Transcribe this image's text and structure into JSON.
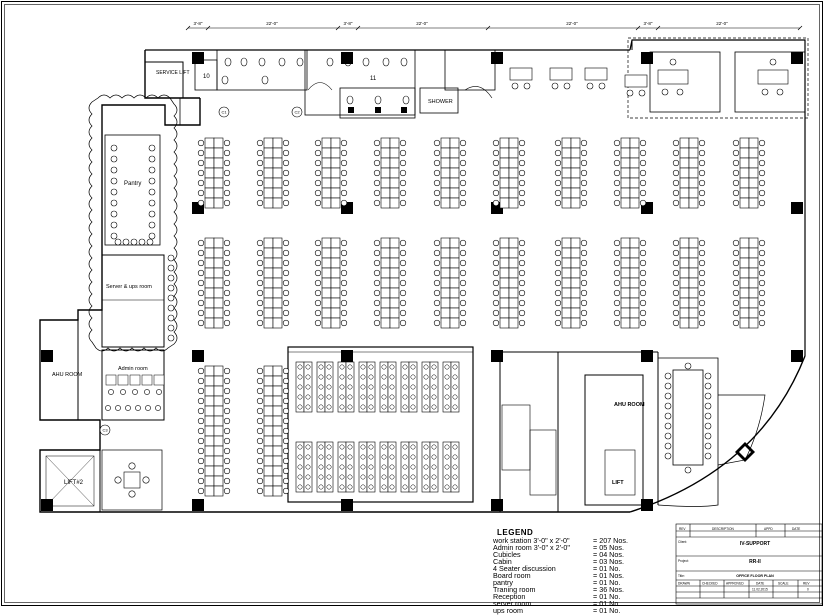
{
  "dimensions": [
    "3'-8\"",
    "22'-0\"",
    "3'-8\"",
    "22'-0\"",
    "22'-0\"",
    "3'-8\"",
    "22'-0\""
  ],
  "rooms": {
    "service_lift": "SERVICE LIFT",
    "toilet_10": "10",
    "toilet_11": "11",
    "shower": "SHOWER",
    "pantry": "Pantry",
    "server_room": "Server & ups room",
    "ahu_left": "AHU ROOM",
    "admin_room": "Admin room",
    "lift2": "LIFT#2",
    "ahu_right": "AHU ROOM",
    "lift": "LIFT"
  },
  "columns": [
    "C1",
    "C2",
    "C3"
  ],
  "legend": {
    "title": "LEGEND",
    "items": [
      {
        "label": "work station 3'-0\" x 2'-0\"",
        "value": "= 207 Nos."
      },
      {
        "label": "Admin room 3'-0\" x 2'-0\"",
        "value": "= 05 Nos."
      },
      {
        "label": "Cubicles",
        "value": "= 04 Nos."
      },
      {
        "label": "Cabin",
        "value": "= 03 Nos."
      },
      {
        "label": "4 Seater discussion",
        "value": "= 01 No."
      },
      {
        "label": "Board room",
        "value": "= 01 Nos."
      },
      {
        "label": "pantry",
        "value": "= 01 No."
      },
      {
        "label": "Traning room",
        "value": "= 36 Nos."
      },
      {
        "label": "Reception",
        "value": "= 01 No."
      },
      {
        "label": "server room",
        "value": "= 01 No."
      },
      {
        "label": "ups room",
        "value": "= 01 No."
      }
    ]
  },
  "title_block": {
    "client_label": "Client:",
    "client": "IV-SUPPORT",
    "project_label": "Project:",
    "project": "RR-II",
    "drawing_label": "Title:",
    "drawing": "OFFICE FLOOR PLAN",
    "heads": [
      "DRAWN",
      "CHECKED",
      "APPROVED",
      "DATE",
      "SCALE",
      "REV"
    ],
    "rev_heads": [
      "REV",
      "DESCRIPTION",
      "APPD",
      "DATE"
    ],
    "date": "11.02.2015",
    "rev": "0"
  }
}
